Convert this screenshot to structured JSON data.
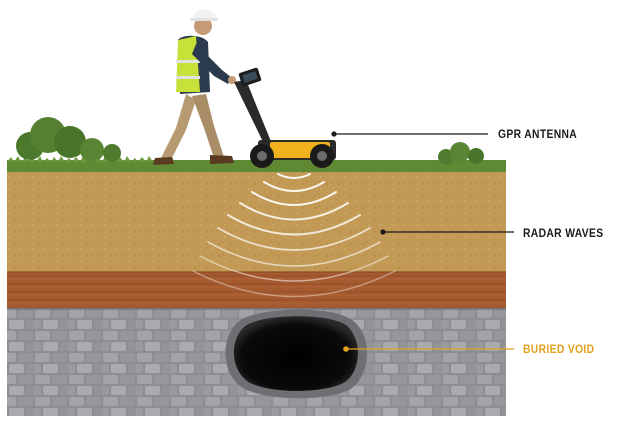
{
  "callouts": {
    "gpr_antenna": "GPR ANTENNA",
    "radar_waves": "RADAR WAVES",
    "buried_void": "BURIED VOID"
  },
  "colors": {
    "topsoil": "#c29a55",
    "clay_layer": "#a65a2f",
    "bedrock": "#8a8b8e",
    "void": "#050505",
    "grass": "#5f8a33",
    "antenna_body": "#f0b21a",
    "vest": "#c8e03a",
    "callout_dark": "#1a1a1a",
    "callout_highlight": "#e2a11e"
  },
  "icons": {
    "operator": "worker-with-hardhat-icon",
    "cart": "gpr-cart-icon"
  }
}
